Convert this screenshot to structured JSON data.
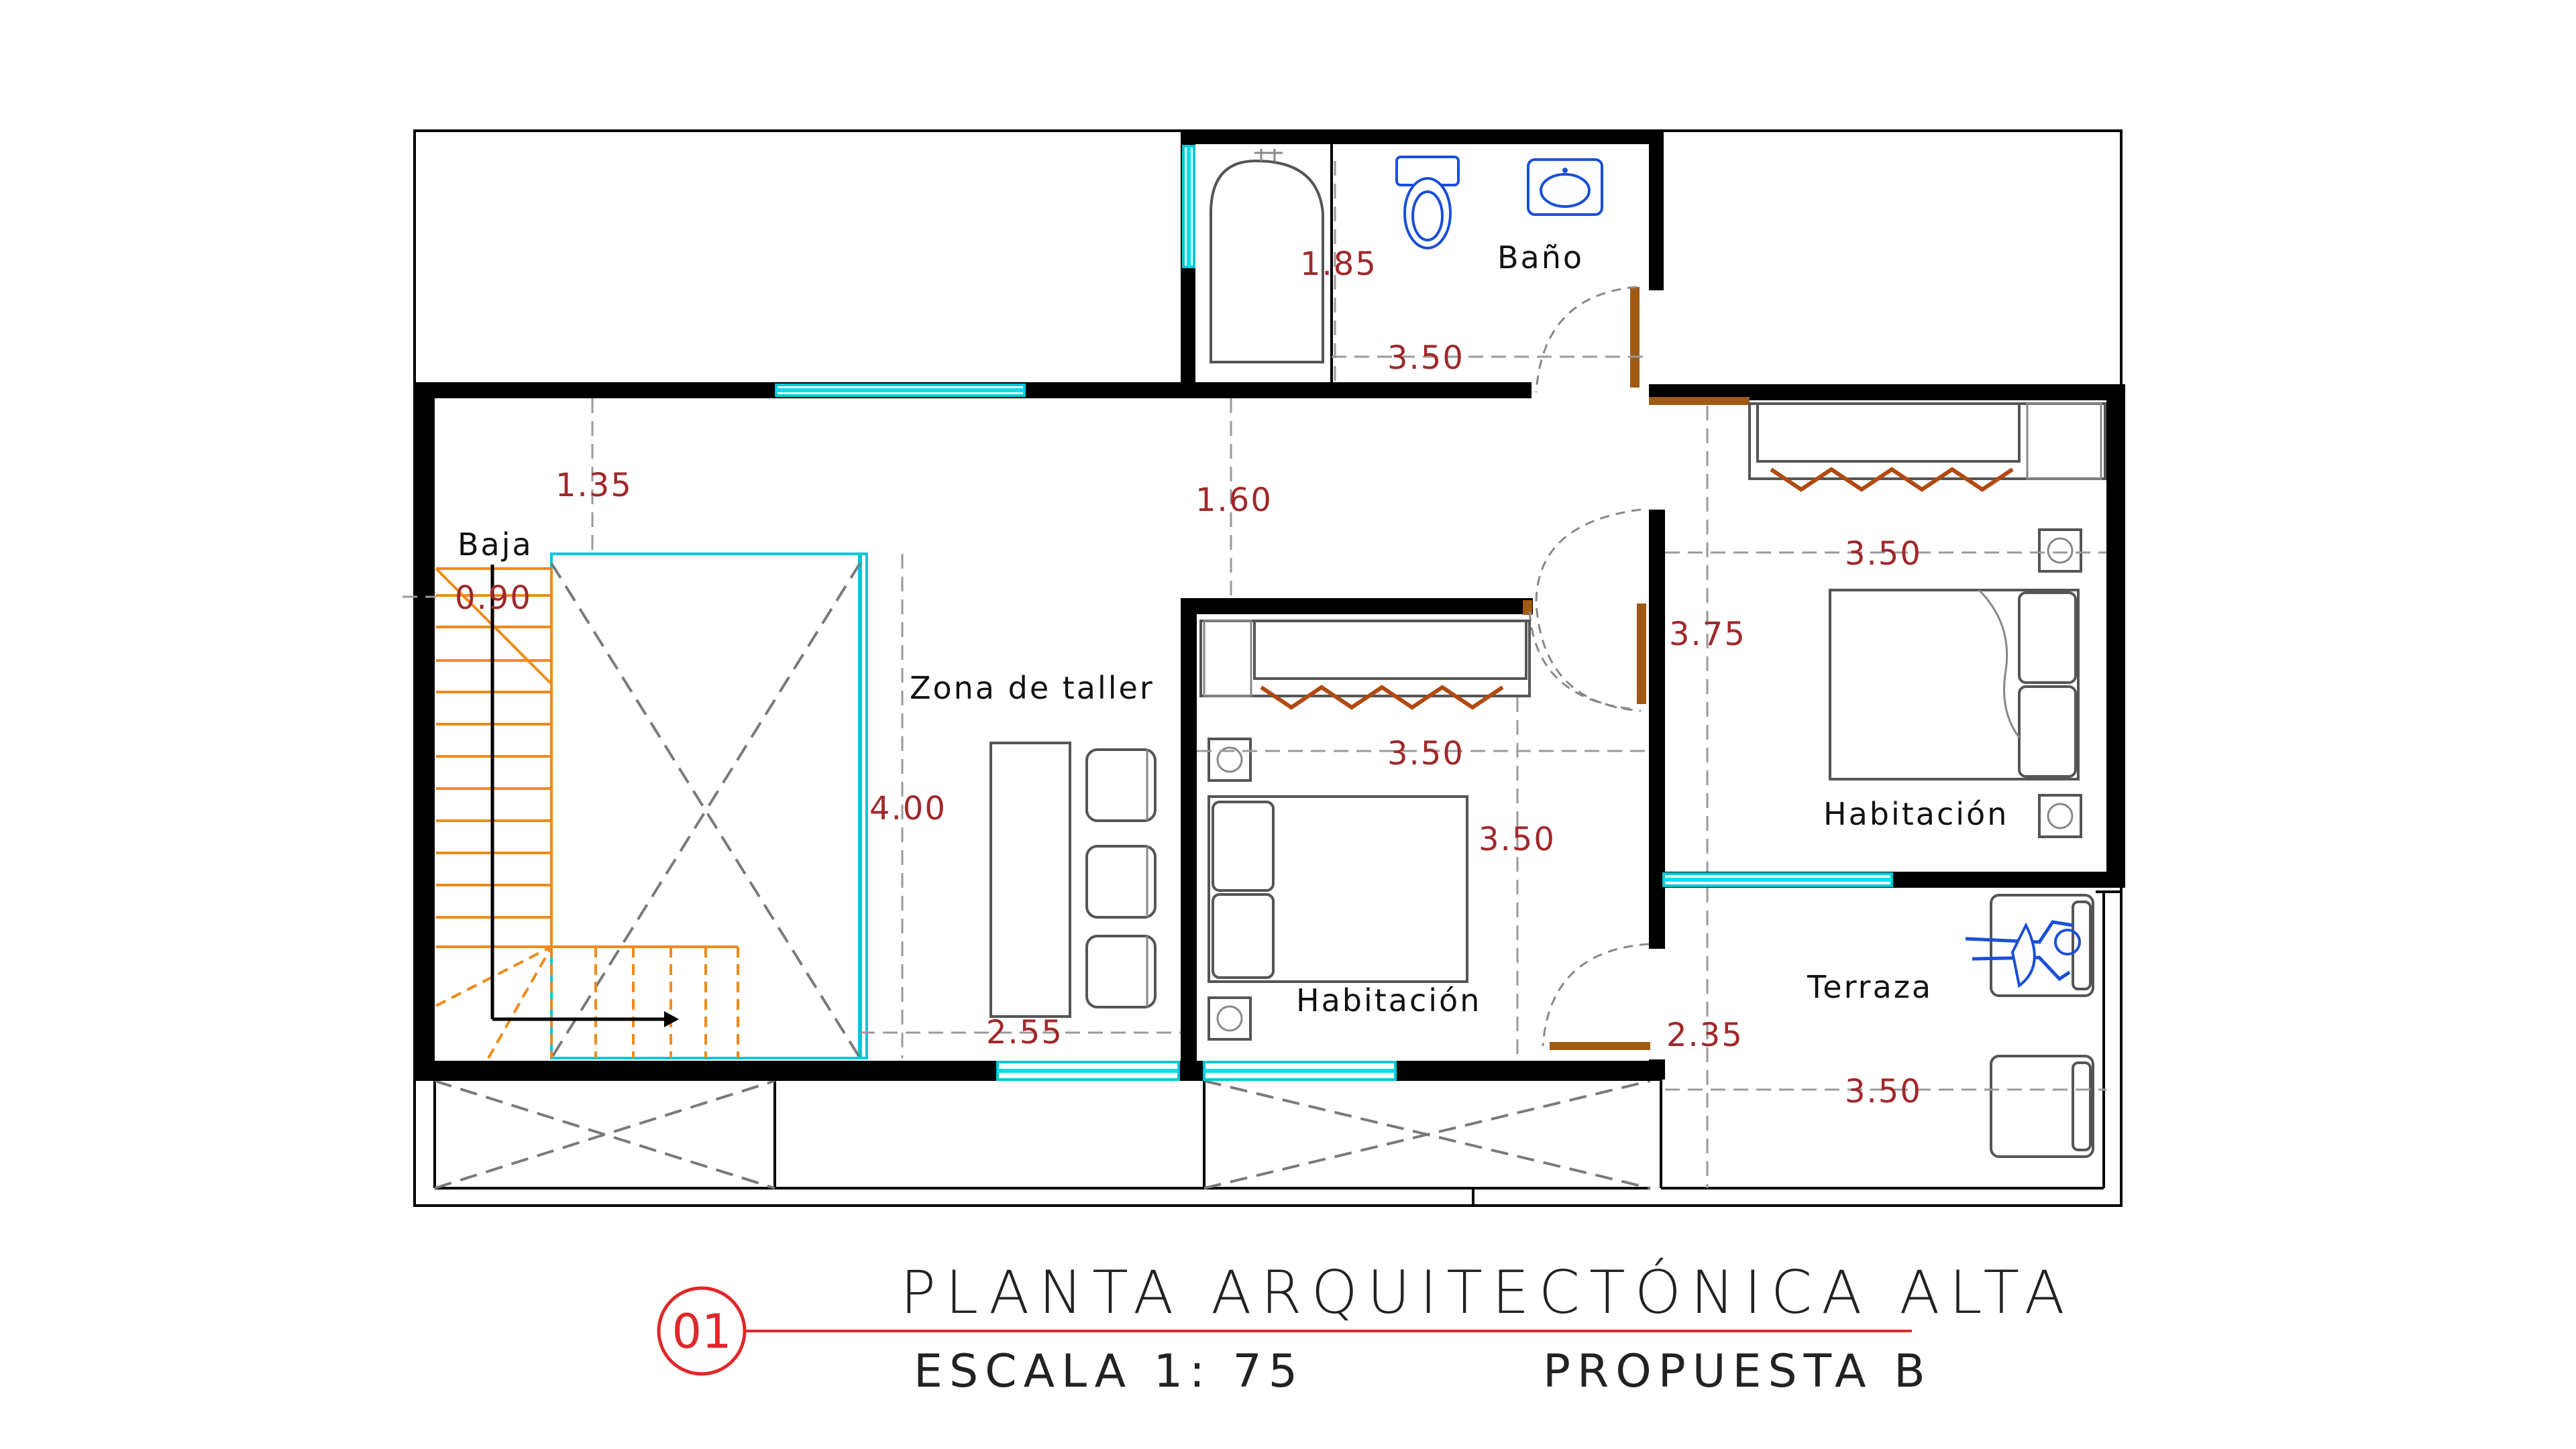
{
  "rooms": {
    "bano": "Baño",
    "baja": "Baja",
    "zona_taller": "Zona de taller",
    "habitacion_left": "Habitación",
    "habitacion_right": "Habitación",
    "terraza": "Terraza"
  },
  "dimensions": {
    "bano_height": "1.85",
    "bano_width": "3.50",
    "hall_135": "1.35",
    "hall_160": "1.60",
    "stair_width": "0.90",
    "void_height": "4.00",
    "workshop_width": "2.55",
    "hab_left_width": "3.50",
    "hab_left_height": "3.50",
    "hab_right_width": "3.50",
    "hab_right_height": "3.75",
    "terraza_height": "2.35",
    "terraza_width": "3.50"
  },
  "title_block": {
    "number": "01",
    "title": "PLANTA ARQUITECTÓNICA ALTA",
    "scale": "ESCALA 1: 75",
    "proposal": "PROPUESTA B"
  },
  "colors": {
    "wall": "#000000",
    "window": "#00e0ec",
    "stair": "#f08a1a",
    "dimension_text": "#a0282a",
    "title_accent": "#e0282a",
    "fixtures": "#1a4fd8"
  }
}
